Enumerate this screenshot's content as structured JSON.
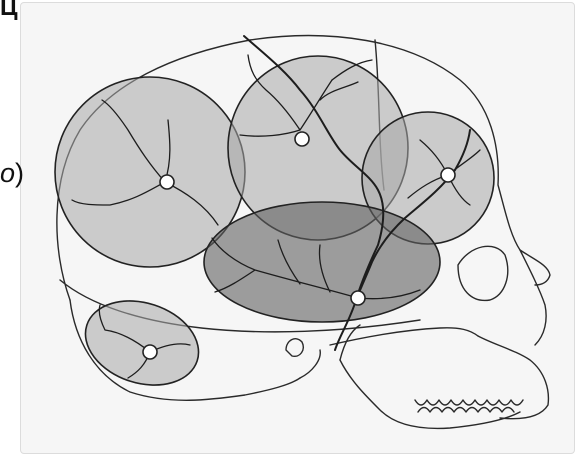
{
  "figure": {
    "top_mark": "Ц",
    "side_label_text": "o",
    "side_label_paren": ")"
  },
  "colors": {
    "background": "#f6f6f6",
    "region_light": "#a8a8a8",
    "region_dark": "#606060",
    "outline": "#222222"
  },
  "regions": [
    {
      "name": "frontal-upper-region",
      "shade": "light"
    },
    {
      "name": "parietal-top-region",
      "shade": "light"
    },
    {
      "name": "occipital-upper-region",
      "shade": "light"
    },
    {
      "name": "temporal-region",
      "shade": "dark"
    },
    {
      "name": "frontal-lower-region",
      "shade": "light"
    }
  ]
}
